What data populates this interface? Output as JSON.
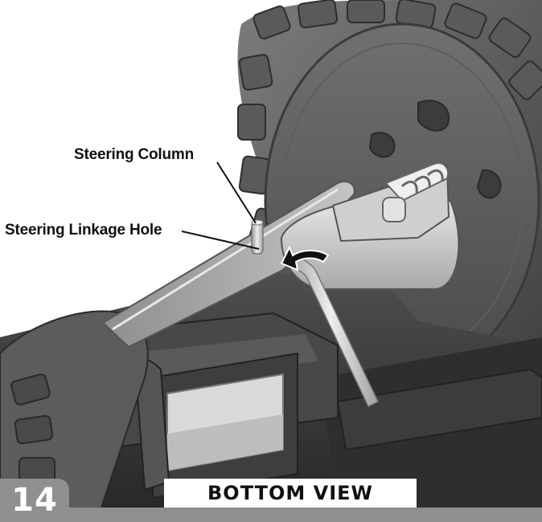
{
  "labels": {
    "steering_column": "Steering Column",
    "steering_linkage_hole": "Steering Linkage Hole"
  },
  "step": {
    "number": "14",
    "view_title": "BOTTOM VIEW"
  },
  "colors": {
    "badge_gray": "#8f8f8f",
    "body_dark": "#3a3a3a",
    "wheel_gray": "#6a6a6a",
    "part_light": "#d4d4d4"
  }
}
